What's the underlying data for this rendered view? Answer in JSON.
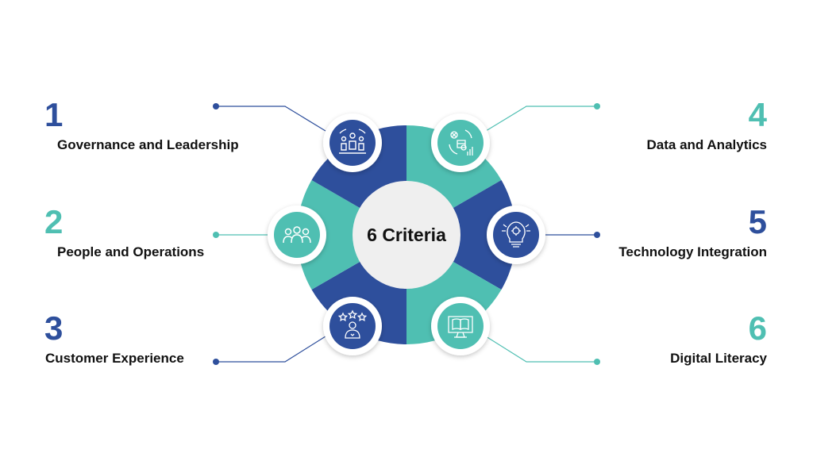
{
  "center": {
    "title": "6 Criteria"
  },
  "colors": {
    "blue": "#2e4f9c",
    "teal": "#4fbfb2",
    "hub": "#efefef"
  },
  "criteria": [
    {
      "number": "1",
      "label": "Governance and Leadership",
      "icon": "leadership-team-icon",
      "color": "blue"
    },
    {
      "number": "2",
      "label": "People and Operations",
      "icon": "people-group-icon",
      "color": "teal"
    },
    {
      "number": "3",
      "label": "Customer Experience",
      "icon": "customer-rating-icon",
      "color": "blue"
    },
    {
      "number": "4",
      "label": "Data and Analytics",
      "icon": "data-analytics-icon",
      "color": "teal"
    },
    {
      "number": "5",
      "label": "Technology Integration",
      "icon": "tech-lightbulb-icon",
      "color": "blue"
    },
    {
      "number": "6",
      "label": "Digital Literacy",
      "icon": "digital-book-icon",
      "color": "teal"
    }
  ]
}
